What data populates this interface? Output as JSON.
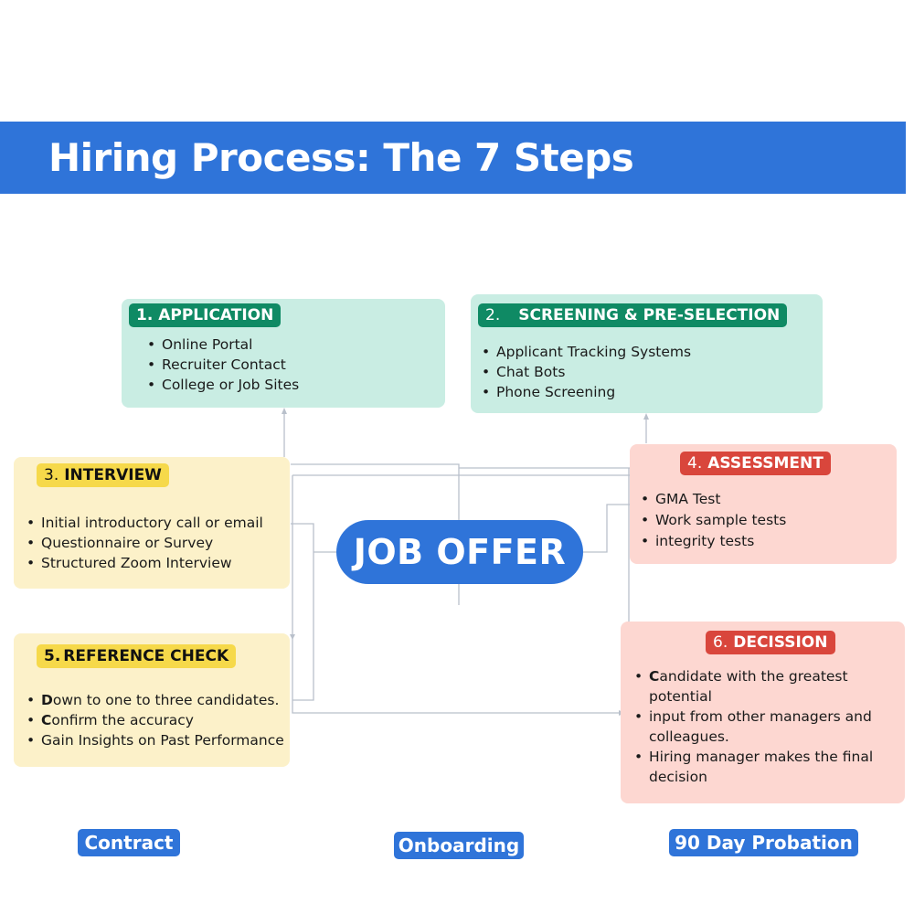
{
  "header": {
    "title": "Hiring Process: The 7 Steps"
  },
  "center": {
    "label": "JOB OFFER"
  },
  "steps": {
    "application": {
      "num": "1.",
      "title": "APPLICATION",
      "items": [
        "Online Portal",
        "Recruiter Contact",
        "College or Job Sites"
      ]
    },
    "screening": {
      "num": "2.",
      "title": "SCREENING & PRE-SELECTION",
      "items": [
        "Applicant Tracking Systems",
        "Chat Bots",
        "Phone Screening"
      ]
    },
    "interview": {
      "num": "3.",
      "title": "INTERVIEW",
      "items": [
        "Initial introductory call or email",
        "Questionnaire or Survey",
        "Structured Zoom Interview"
      ]
    },
    "assessment": {
      "num": "4.",
      "title": "ASSESSMENT",
      "items": [
        "GMA Test",
        "Work sample tests",
        "integrity tests"
      ]
    },
    "reference": {
      "num": "5.",
      "title": "REFERENCE CHECK",
      "items": [
        {
          "lead": "D",
          "rest": "own to one to three candidates."
        },
        {
          "lead": "C",
          "rest": "onfirm the accuracy"
        },
        {
          "lead": "",
          "rest": "Gain Insights on Past Performance"
        }
      ]
    },
    "decision": {
      "num": "6.",
      "title": "DECISSION",
      "items": [
        {
          "lead": "C",
          "rest": "andidate with the greatest potential"
        },
        {
          "lead": "",
          "rest": "input from other managers and colleagues."
        },
        {
          "lead": "",
          "rest": "Hiring manager makes the final decision"
        }
      ]
    }
  },
  "footer": {
    "contract": "Contract",
    "onboarding": "Onboarding",
    "probation": "90 Day Probation"
  },
  "colors": {
    "brand_blue": "#2f74d9",
    "green_card": "#c9ede3",
    "green_tag": "#0f8a64",
    "yellow_card": "#fcf1c9",
    "yellow_tag": "#f6d94a",
    "pink_card": "#fdd7d1",
    "red_tag": "#d9463c"
  }
}
